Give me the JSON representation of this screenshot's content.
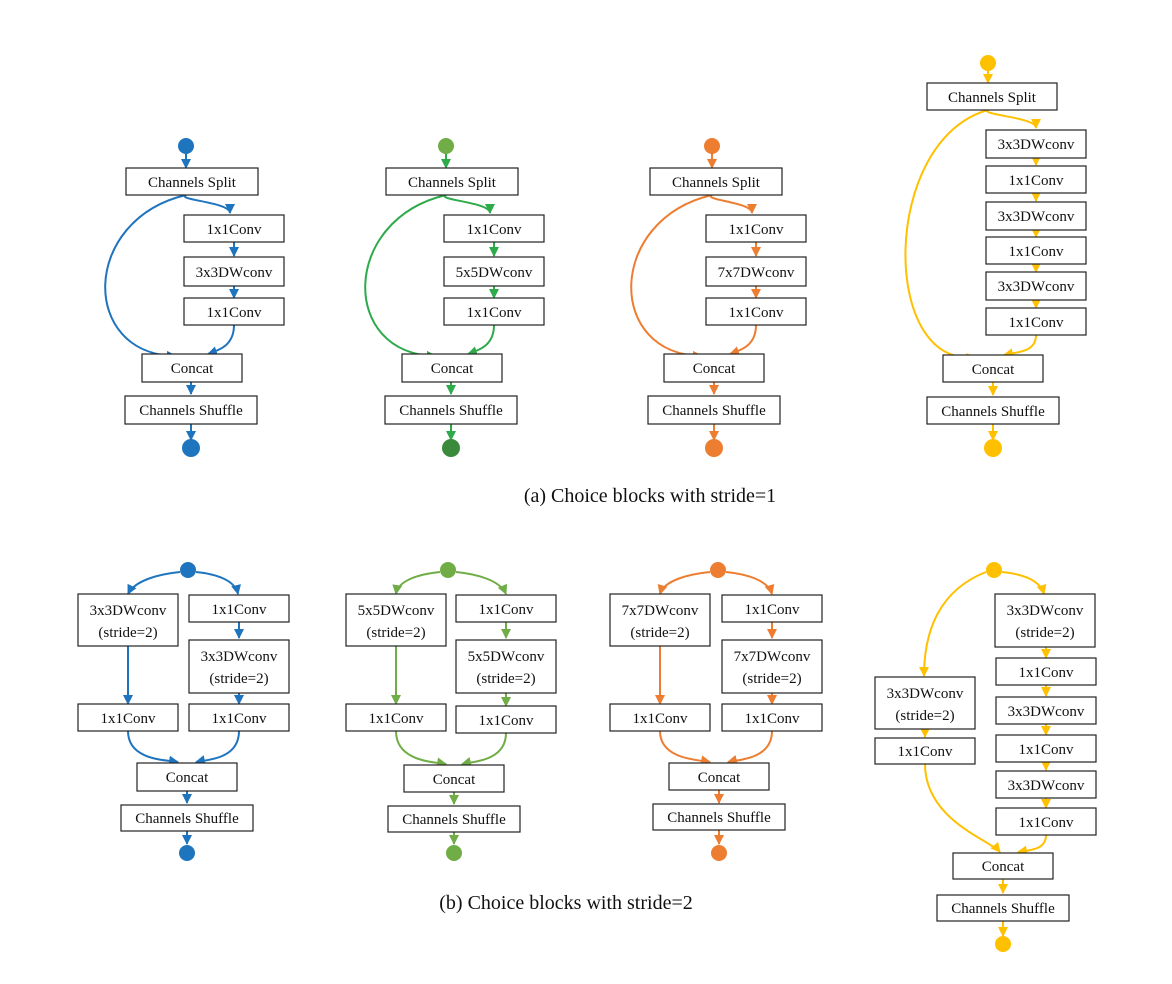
{
  "colors": {
    "blue": "#1f74be",
    "green": "#2eaa4a",
    "light_green": "#70ad47",
    "dark_green": "#3b8a3b",
    "orange": "#ed7d31",
    "yellow": "#ffc000"
  },
  "captions": {
    "stride1": "(a) Choice blocks with stride=1",
    "stride2": "(b) Choice blocks with stride=2"
  },
  "labels": {
    "split": "Channels Split",
    "concat": "Concat",
    "shuffle": "Channels Shuffle",
    "conv1x1": "1x1Conv",
    "dw3": "3x3DWconv",
    "dw5": "5x5DWconv",
    "dw7": "7x7DWconv",
    "stride2": "(stride=2)"
  }
}
